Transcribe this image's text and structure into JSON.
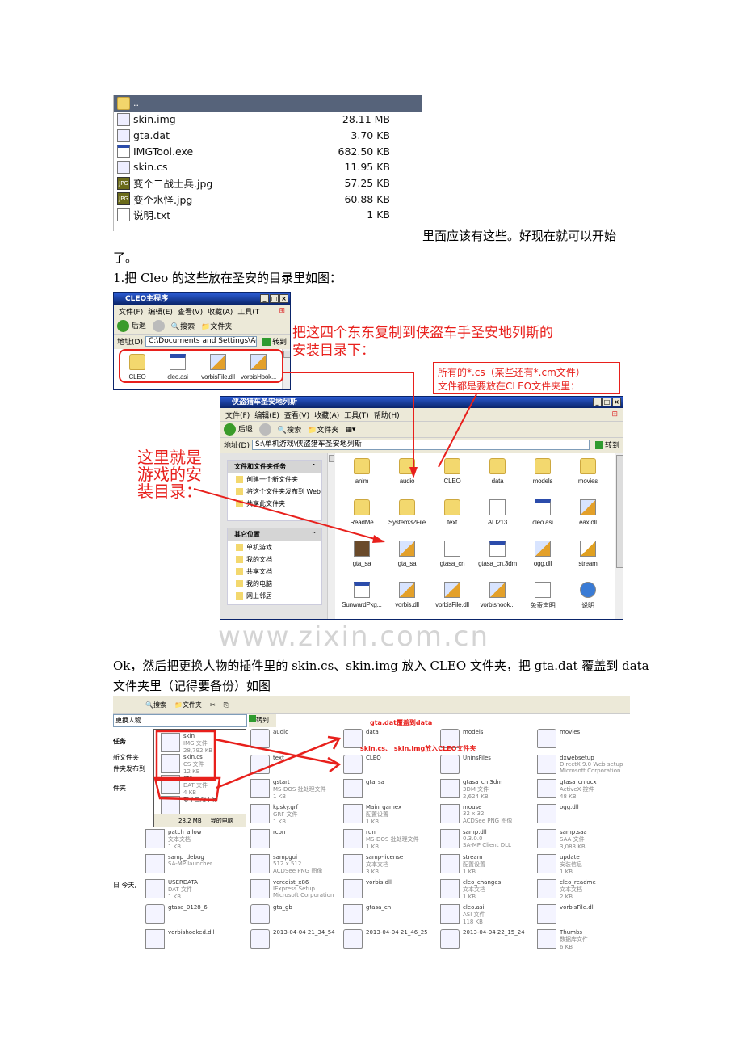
{
  "file_list": {
    "parent": "..",
    "rows": [
      {
        "name": "skin.img",
        "size": "28.11 MB",
        "icon": "img-file-icon"
      },
      {
        "name": "gta.dat",
        "size": "3.70 KB",
        "icon": "dat-file-icon"
      },
      {
        "name": "IMGTool.exe",
        "size": "682.50 KB",
        "icon": "exe-icon"
      },
      {
        "name": "skin.cs",
        "size": "11.95 KB",
        "icon": "cs-file-icon"
      },
      {
        "name": "变个二战士兵.jpg",
        "size": "57.25 KB",
        "icon": "jpg-icon"
      },
      {
        "name": "变个水怪.jpg",
        "size": "60.88 KB",
        "icon": "jpg-icon"
      },
      {
        "name": "说明.txt",
        "size": "1 KB",
        "icon": "txt-icon"
      }
    ]
  },
  "text": {
    "p1_line1": "里面应该有这些。好现在就可以开始",
    "p1_line2": "了。",
    "p2": "1.把 Cleo 的这些放在圣安的目录里如图：",
    "p3_line1": "Ok，然后把更换人物的插件里的 skin.cs、skin.img 放入 CLEO 文件夹，把 gta.dat 覆盖到 data",
    "p3_line2": "文件夹里（记得要备份）如图"
  },
  "annotations": {
    "copy_line1": "把这四个东东复制到侠盗车手圣安地列斯的",
    "copy_line2": "安装目录下：",
    "cs_line1": "所有的*.cs（某些还有*.cm文件）",
    "cs_line2": "文件都是要放在CLEO文件夹里：",
    "install_line1": "这里就是",
    "install_line2": "游戏的安",
    "install_line3": "装目录：",
    "gta_dat": "gta.dat覆盖到data",
    "skin_to_cleo": "skin.cs、 skin.img放入CLEO文件夹",
    "watermark": "www.zixin.com.cn",
    "color": "#e8201c"
  },
  "cleo_window": {
    "title": "CLEO主程序",
    "menu": [
      "文件(F)",
      "编辑(E)",
      "查看(V)",
      "收藏(A)",
      "工具(T"
    ],
    "back": "后退",
    "search": "搜索",
    "folders": "文件夹",
    "address_label": "地址(D)",
    "address": "C:\\Documents and Settings\\Adminis",
    "go": "转到",
    "items": [
      {
        "label": "CLEO",
        "icon": "folder"
      },
      {
        "label": "cleo.asi",
        "icon": "exe"
      },
      {
        "label": "vorbisFile.dll",
        "icon": "dll"
      },
      {
        "label": "vorbisHook...",
        "icon": "dll"
      }
    ]
  },
  "game_window": {
    "title": "侠盗猎车圣安地列斯",
    "menu": [
      "文件(F)",
      "编辑(E)",
      "查看(V)",
      "收藏(A)",
      "工具(T)",
      "帮助(H)"
    ],
    "back": "后退",
    "search": "搜索",
    "folders": "文件夹",
    "address_label": "地址(D)",
    "address": "S:\\单机游戏\\侠盗猎车圣安地列斯",
    "go": "转到",
    "tasks_header": "文件和文件夹任务",
    "tasks": [
      "创建一个新文件夹",
      "将这个文件夹发布到 Web",
      "共享此文件夹"
    ],
    "places_header": "其它位置",
    "places": [
      "单机游戏",
      "我的文档",
      "共享文档",
      "我的电脑",
      "网上邻居"
    ],
    "items": [
      {
        "label": "anim",
        "icon": "folder"
      },
      {
        "label": "audio",
        "icon": "folder"
      },
      {
        "label": "CLEO",
        "icon": "folder"
      },
      {
        "label": "data",
        "icon": "folder"
      },
      {
        "label": "models",
        "icon": "folder"
      },
      {
        "label": "movies",
        "icon": "folder"
      },
      {
        "label": "ReadMe",
        "icon": "folder"
      },
      {
        "label": "System32File",
        "icon": "folder"
      },
      {
        "label": "text",
        "icon": "folder"
      },
      {
        "label": "ALI213",
        "icon": "txt"
      },
      {
        "label": "cleo.asi",
        "icon": "exe"
      },
      {
        "label": "eax.dll",
        "icon": "dll"
      },
      {
        "label": "gta_sa",
        "icon": "img"
      },
      {
        "label": "gta_sa",
        "icon": "dll"
      },
      {
        "label": "gtasa_cn",
        "icon": "txt"
      },
      {
        "label": "gtasa_cn.3dm",
        "icon": "exe"
      },
      {
        "label": "ogg.dll",
        "icon": "dll"
      },
      {
        "label": "stream",
        "icon": "gear"
      },
      {
        "label": "SunwardPkg...",
        "icon": "exe"
      },
      {
        "label": "vorbis.dll",
        "icon": "dll"
      },
      {
        "label": "vorbisFile.dll",
        "icon": "dll"
      },
      {
        "label": "vorbishook...",
        "icon": "dll"
      },
      {
        "label": "免责声明",
        "icon": "txt"
      },
      {
        "label": "说明",
        "icon": "ie"
      }
    ]
  },
  "bottom_shot": {
    "toolbar": {
      "search": "搜索",
      "folders": "文件夹"
    },
    "address": "更换人物",
    "go": "转到",
    "left_panel": [
      "任务",
      "新文件夹",
      "件夹发布到",
      "件夹",
      "日 今天,"
    ],
    "overlay_items": [
      {
        "name": "skin",
        "type": "IMG 文件",
        "size": "28,792 KB"
      },
      {
        "name": "skin.cs",
        "type": "CS 文件",
        "size": "12 KB"
      },
      {
        "name": "gta",
        "type": "DAT 文件",
        "size": "4 KB"
      },
      {
        "name": "变个二战士兵",
        "type": "",
        "size": ""
      }
    ],
    "status_size": "28.2 MB",
    "status_location": "我的电脑",
    "items": [
      {
        "name": "audio",
        "l1": "",
        "l2": "",
        "icon": "folder"
      },
      {
        "name": "data",
        "l1": "",
        "l2": "",
        "icon": "folder"
      },
      {
        "name": "models",
        "l1": "",
        "l2": "",
        "icon": "folder"
      },
      {
        "name": "movies",
        "l1": "",
        "l2": "",
        "icon": "folder"
      },
      {
        "name": "text",
        "l1": "",
        "l2": "",
        "icon": "folder"
      },
      {
        "name": "CLEO",
        "l1": "",
        "l2": "",
        "icon": "folder"
      },
      {
        "name": "UninsFiles",
        "l1": "",
        "l2": "",
        "icon": "folder"
      },
      {
        "name": "dxwebsetup",
        "l1": "DirectX 9.0 Web setup",
        "l2": "Microsoft Corporation",
        "icon": "exe"
      },
      {
        "name": "gstart",
        "l1": "MS-DOS 批处理文件",
        "l2": "1 KB",
        "icon": "exe"
      },
      {
        "name": "gta_sa",
        "l1": "",
        "l2": "",
        "icon": "img"
      },
      {
        "name": "gtasa_cn.3dm",
        "l1": "3DM 文件",
        "l2": "2,624 KB",
        "icon": "txt"
      },
      {
        "name": "gtasa_cn.ocx",
        "l1": "ActiveX 控件",
        "l2": "48 KB",
        "icon": "dll"
      },
      {
        "name": "kpsky.grf",
        "l1": "GRF 文件",
        "l2": "1 KB",
        "icon": "txt"
      },
      {
        "name": "Main_gamex",
        "l1": "配置设置",
        "l2": "1 KB",
        "icon": "gear"
      },
      {
        "name": "mouse",
        "l1": "32 x 32",
        "l2": "ACDSee PNG 图像",
        "icon": "png"
      },
      {
        "name": "ogg.dll",
        "l1": "",
        "l2": "",
        "icon": "dll"
      },
      {
        "name": "patch_allow",
        "l1": "文本文档",
        "l2": "1 KB",
        "icon": "txt"
      },
      {
        "name": "rcon",
        "l1": "",
        "l2": "",
        "icon": "exe"
      },
      {
        "name": "run",
        "l1": "MS-DOS 批处理文件",
        "l2": "1 KB",
        "icon": "exe"
      },
      {
        "name": "samp.dll",
        "l1": "0.3.0.0",
        "l2": "SA-MP Client DLL",
        "icon": "dll"
      },
      {
        "name": "samp.saa",
        "l1": "SAA 文件",
        "l2": "3,083 KB",
        "icon": "txt"
      },
      {
        "name": "samp_debug",
        "l1": "SA-MP launcher",
        "l2": "",
        "icon": "blk"
      },
      {
        "name": "sampgui",
        "l1": "512 x 512",
        "l2": "ACDSee PNG 图像",
        "icon": "png"
      },
      {
        "name": "samp-license",
        "l1": "文本文档",
        "l2": "3 KB",
        "icon": "txt"
      },
      {
        "name": "stream",
        "l1": "配置设置",
        "l2": "1 KB",
        "icon": "gear"
      },
      {
        "name": "update",
        "l1": "安装信息",
        "l2": "1 KB",
        "icon": "gear"
      },
      {
        "name": "USERDATA",
        "l1": "DAT 文件",
        "l2": "1 KB",
        "icon": "txt"
      },
      {
        "name": "vcredist_x86",
        "l1": "IExpress Setup",
        "l2": "Microsoft Corporation",
        "icon": "exe"
      },
      {
        "name": "vorbis.dll",
        "l1": "",
        "l2": "",
        "icon": "dll"
      },
      {
        "name": "cleo_changes",
        "l1": "文本文档",
        "l2": "1 KB",
        "icon": "txt"
      },
      {
        "name": "cleo_readme",
        "l1": "文本文档",
        "l2": "2 KB",
        "icon": "txt"
      },
      {
        "name": "gtasa_0128_6",
        "l1": "",
        "l2": "",
        "icon": "folder"
      },
      {
        "name": "gta_gb",
        "l1": "",
        "l2": "",
        "icon": "folder"
      },
      {
        "name": "gtasa_cn",
        "l1": "",
        "l2": "",
        "icon": "txt"
      },
      {
        "name": "cleo.asi",
        "l1": "ASI 文件",
        "l2": "118 KB",
        "icon": "txt"
      },
      {
        "name": "vorbisFile.dll",
        "l1": "",
        "l2": "",
        "icon": "dll"
      },
      {
        "name": "vorbishooked.dll",
        "l1": "",
        "l2": "",
        "icon": "dll"
      },
      {
        "name": "2013-04-04 21_34_54",
        "l1": "",
        "l2": "",
        "icon": "folder"
      },
      {
        "name": "2013-04-04 21_46_25",
        "l1": "",
        "l2": "",
        "icon": "folder"
      },
      {
        "name": "2013-04-04 22_15_24",
        "l1": "",
        "l2": "",
        "icon": "folder"
      },
      {
        "name": "Thumbs",
        "l1": "数据库文件",
        "l2": "6 KB",
        "icon": "dll"
      }
    ]
  }
}
